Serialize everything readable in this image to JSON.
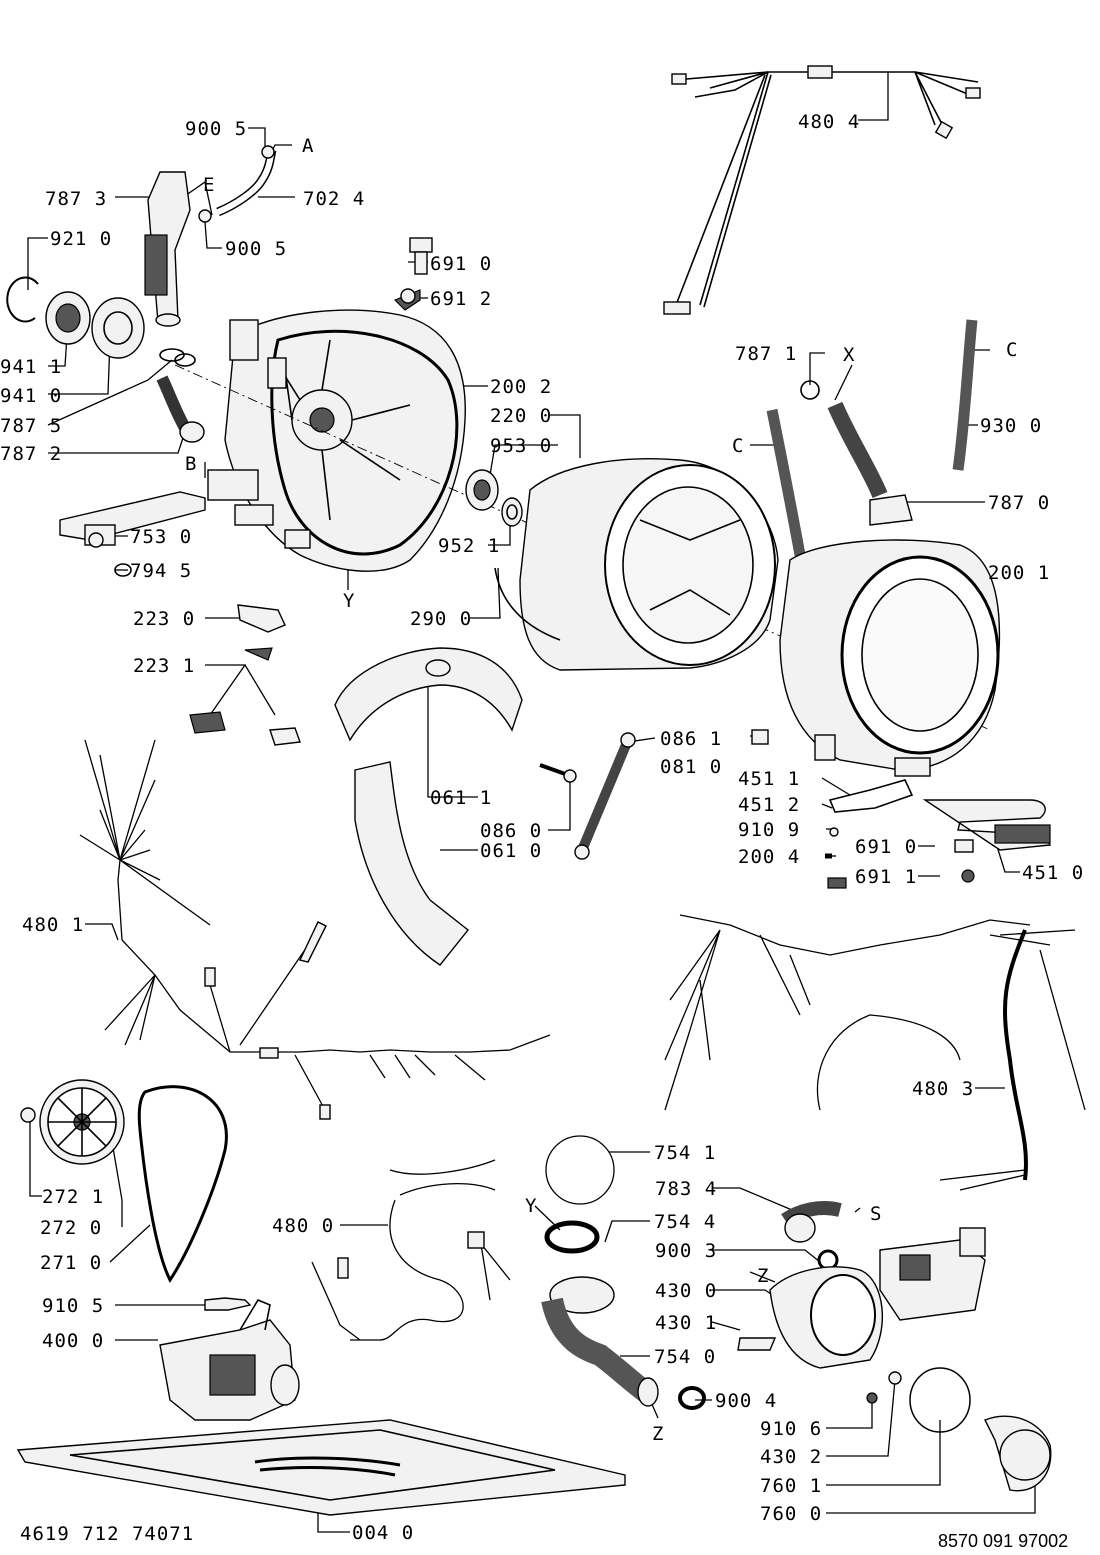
{
  "drawing": {
    "code_left": "4619 712 74071",
    "code_right": "8570 091 97002"
  },
  "callouts": [
    {
      "id": "c01",
      "text": "900 5"
    },
    {
      "id": "c02",
      "text": "A"
    },
    {
      "id": "c03",
      "text": "787 3"
    },
    {
      "id": "c04",
      "text": "E"
    },
    {
      "id": "c05",
      "text": "702 4"
    },
    {
      "id": "c06",
      "text": "900 5"
    },
    {
      "id": "c07",
      "text": "921 0"
    },
    {
      "id": "c08",
      "text": "691 0"
    },
    {
      "id": "c09",
      "text": "691 2"
    },
    {
      "id": "c10",
      "text": "480 4"
    },
    {
      "id": "c11",
      "text": "941 1"
    },
    {
      "id": "c12",
      "text": "941 0"
    },
    {
      "id": "c13",
      "text": "787 5"
    },
    {
      "id": "c14",
      "text": "787 2"
    },
    {
      "id": "c15",
      "text": "B"
    },
    {
      "id": "c16",
      "text": "200 2"
    },
    {
      "id": "c17",
      "text": "220 0"
    },
    {
      "id": "c18",
      "text": "953 0"
    },
    {
      "id": "c19",
      "text": "787 1"
    },
    {
      "id": "c20",
      "text": "X"
    },
    {
      "id": "c21",
      "text": "C"
    },
    {
      "id": "c22",
      "text": "C"
    },
    {
      "id": "c23",
      "text": "930 0"
    },
    {
      "id": "c24",
      "text": "787 0"
    },
    {
      "id": "c25",
      "text": "753 0"
    },
    {
      "id": "c26",
      "text": "952 1"
    },
    {
      "id": "c27",
      "text": "200 1"
    },
    {
      "id": "c28",
      "text": "794 5"
    },
    {
      "id": "c29",
      "text": "Y"
    },
    {
      "id": "c30",
      "text": "223 0"
    },
    {
      "id": "c31",
      "text": "290 0"
    },
    {
      "id": "c32",
      "text": "223 1"
    },
    {
      "id": "c33",
      "text": "086 1"
    },
    {
      "id": "c34",
      "text": "081 0"
    },
    {
      "id": "c35",
      "text": "061 1"
    },
    {
      "id": "c36",
      "text": "086 0"
    },
    {
      "id": "c37",
      "text": "451 1"
    },
    {
      "id": "c38",
      "text": "451 2"
    },
    {
      "id": "c39",
      "text": "061 0"
    },
    {
      "id": "c40",
      "text": "910 9"
    },
    {
      "id": "c41",
      "text": "691 0"
    },
    {
      "id": "c42",
      "text": "200 4"
    },
    {
      "id": "c43",
      "text": "691 1"
    },
    {
      "id": "c44",
      "text": "451 0"
    },
    {
      "id": "c45",
      "text": "480 1"
    },
    {
      "id": "c46",
      "text": "480 3"
    },
    {
      "id": "c47",
      "text": "754 1"
    },
    {
      "id": "c48",
      "text": "272 1"
    },
    {
      "id": "c49",
      "text": "783 4"
    },
    {
      "id": "c50",
      "text": "272 0"
    },
    {
      "id": "c51",
      "text": "Y"
    },
    {
      "id": "c52",
      "text": "S"
    },
    {
      "id": "c53",
      "text": "480 0"
    },
    {
      "id": "c54",
      "text": "754 4"
    },
    {
      "id": "c55",
      "text": "271 0"
    },
    {
      "id": "c56",
      "text": "900 3"
    },
    {
      "id": "c57",
      "text": "Z"
    },
    {
      "id": "c58",
      "text": "430 0"
    },
    {
      "id": "c59",
      "text": "910 5"
    },
    {
      "id": "c60",
      "text": "430 1"
    },
    {
      "id": "c61",
      "text": "400 0"
    },
    {
      "id": "c62",
      "text": "754 0"
    },
    {
      "id": "c63",
      "text": "900 4"
    },
    {
      "id": "c64",
      "text": "Z"
    },
    {
      "id": "c65",
      "text": "910 6"
    },
    {
      "id": "c66",
      "text": "430 2"
    },
    {
      "id": "c67",
      "text": "760 1"
    },
    {
      "id": "c68",
      "text": "760 0"
    },
    {
      "id": "c69",
      "text": "004 0"
    }
  ]
}
